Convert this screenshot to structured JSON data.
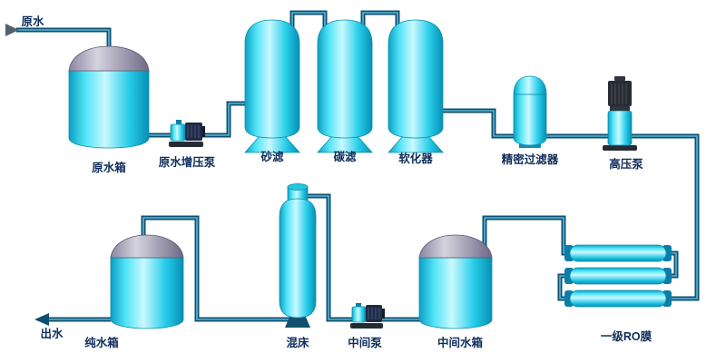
{
  "diagram": {
    "type": "process-flow",
    "labels": {
      "raw_water": "原水",
      "raw_water_tank": "原水箱",
      "raw_water_booster_pump": "原水增压泵",
      "sand_filter": "砂滤",
      "carbon_filter": "碳滤",
      "softener": "软化器",
      "precision_filter": "精密过滤器",
      "high_pressure_pump": "高压泵",
      "first_stage_ro_membrane": "一级RO膜",
      "intermediate_water_tank": "中间水箱",
      "intermediate_pump": "中间泵",
      "mixed_bed": "混床",
      "pure_water_tank": "纯水箱",
      "water_outlet": "出水"
    },
    "colors": {
      "background": "#ffffff",
      "pipe": "#0f4f70",
      "pipe_highlight": "#58b7d8",
      "vessel_cyan": "#2fd4ec",
      "vessel_highlight": "#c9f9ff",
      "dome_gray": "#a9a4ba",
      "motor_dark": "#272b33",
      "label_text": "#0e2d5a"
    }
  }
}
